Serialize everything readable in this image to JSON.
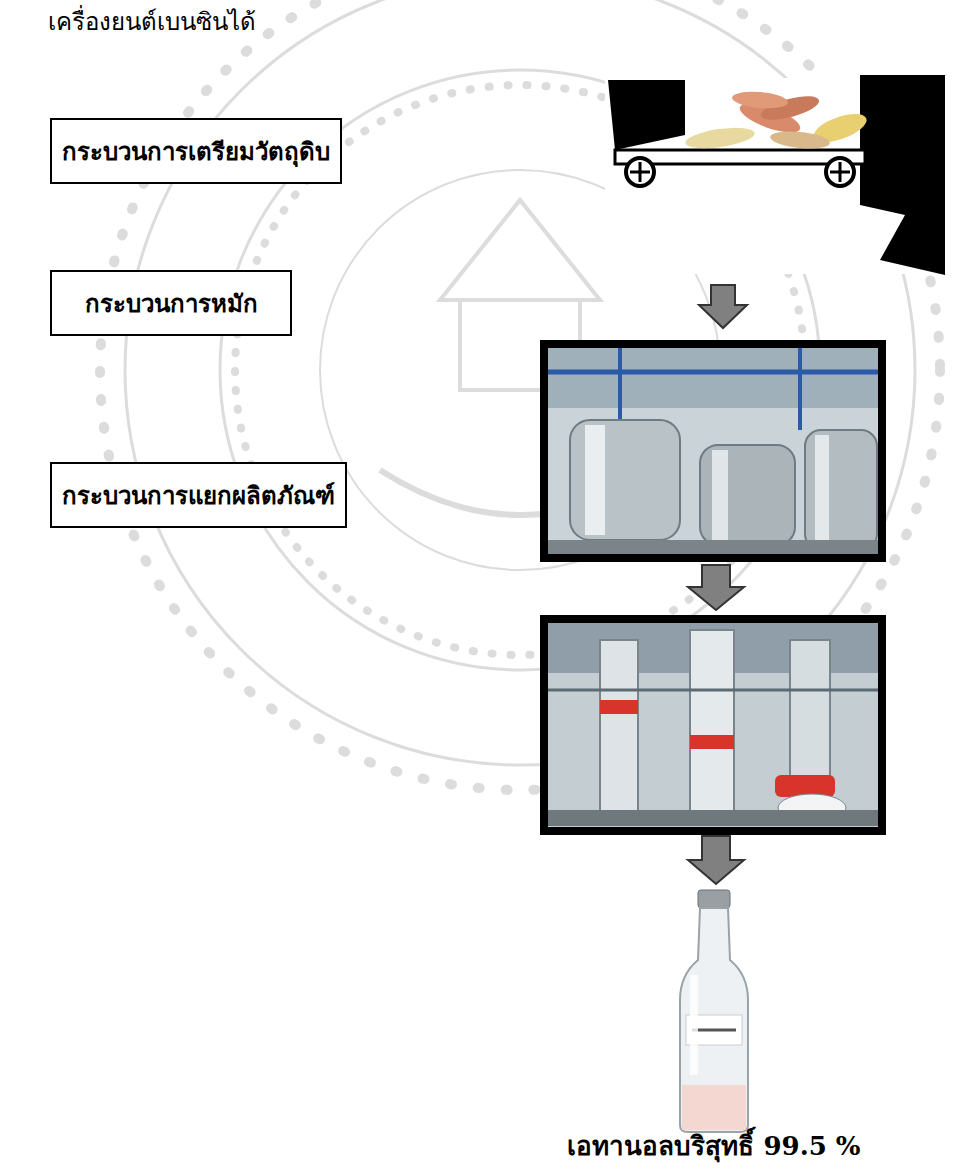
{
  "diagram": {
    "nodes": [
      {
        "text": [
          "กระบวนการเตรียมวัตถุดิบ"
        ]
      },
      {
        "text": [
          "กระบวนการหมัก"
        ]
      },
      {
        "text": [
          "กระบวนการแยกผลิตภัณฑ์"
        ]
      }
    ],
    "labels": [
      "เครื่องยนต์เบนซินได้",
      "เอทานอลบริสุทธิ์ 99.5 %"
    ]
  }
}
